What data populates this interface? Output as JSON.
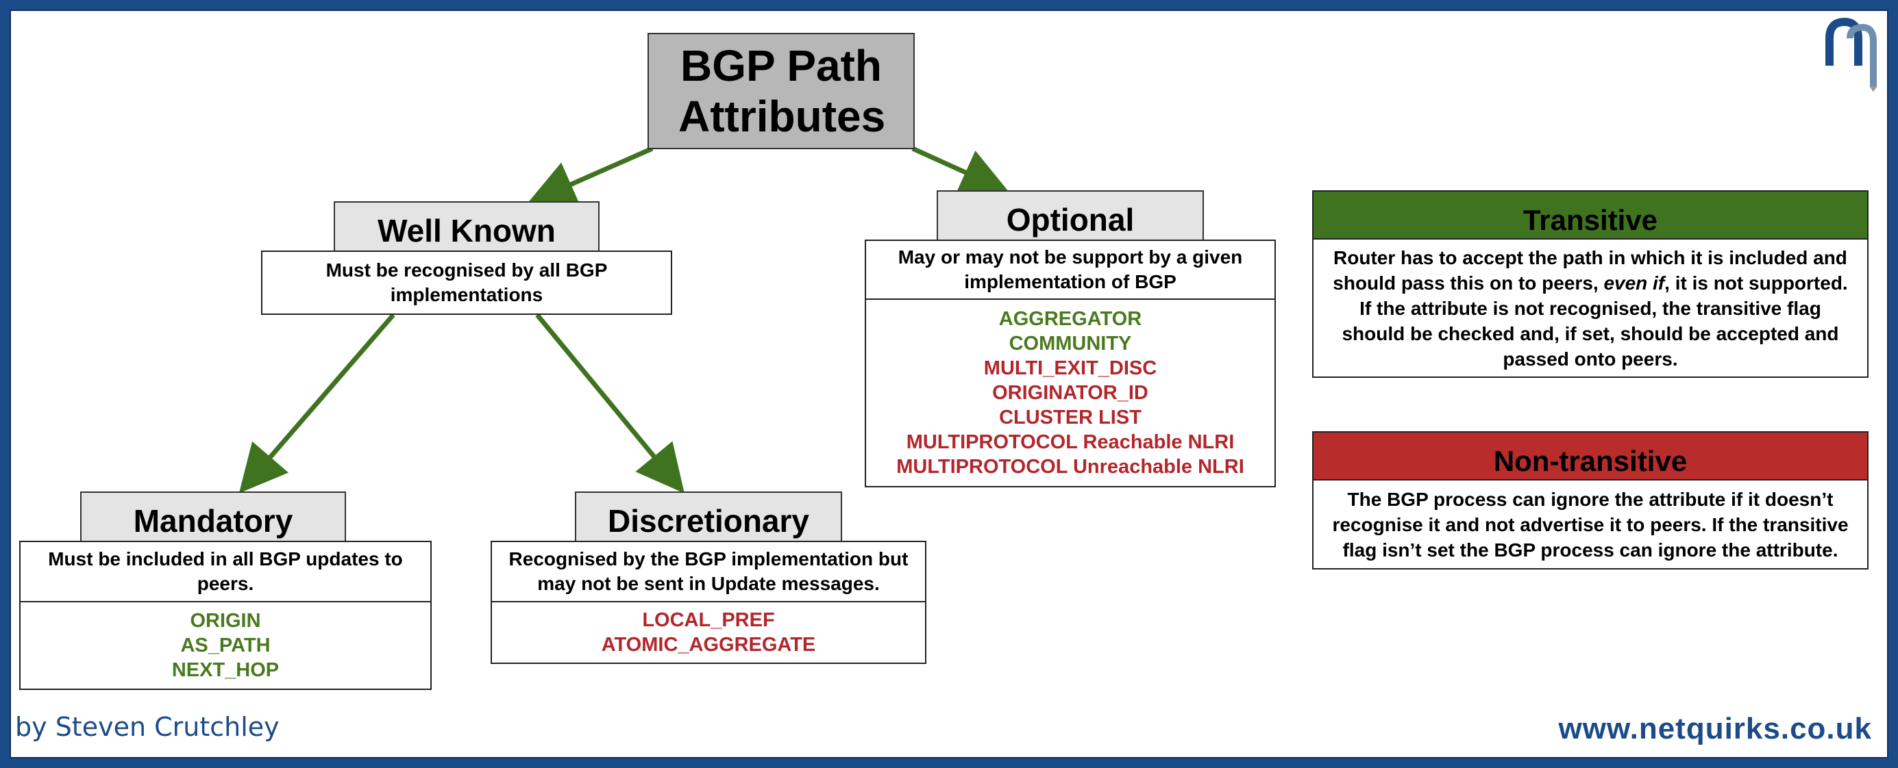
{
  "title": "BGP Path Attributes",
  "well_known": {
    "label": "Well Known",
    "description": "Must be recognised by all BGP implementations"
  },
  "optional": {
    "label": "Optional",
    "description": "May or may not be support by a given implementation of BGP",
    "attributes": [
      {
        "name": "AGGREGATOR",
        "kind": "transitive"
      },
      {
        "name": "COMMUNITY",
        "kind": "transitive"
      },
      {
        "name": "MULTI_EXIT_DISC",
        "kind": "non-transitive"
      },
      {
        "name": "ORIGINATOR_ID",
        "kind": "non-transitive"
      },
      {
        "name": "CLUSTER LIST",
        "kind": "non-transitive"
      },
      {
        "name": "MULTIPROTOCOL Reachable NLRI",
        "kind": "non-transitive"
      },
      {
        "name": "MULTIPROTOCOL Unreachable NLRI",
        "kind": "non-transitive"
      }
    ]
  },
  "mandatory": {
    "label": "Mandatory",
    "description": "Must be included in all BGP updates to peers.",
    "attributes": [
      {
        "name": "ORIGIN",
        "kind": "transitive"
      },
      {
        "name": "AS_PATH",
        "kind": "transitive"
      },
      {
        "name": "NEXT_HOP",
        "kind": "transitive"
      }
    ]
  },
  "discretionary": {
    "label": "Discretionary",
    "description": "Recognised by the BGP implementation but may not be sent in Update messages.",
    "attributes": [
      {
        "name": "LOCAL_PREF",
        "kind": "non-transitive"
      },
      {
        "name": "ATOMIC_AGGREGATE",
        "kind": "non-transitive"
      }
    ]
  },
  "transitive": {
    "label": "Transitive",
    "line1": "Router has to accept the path in which it is included and",
    "line2_pre": "should pass this on to peers, ",
    "line2_em": "even if",
    "line2_post": ", it is not supported.",
    "line3": "If the attribute is not recognised, the transitive flag",
    "line4": "should be checked and, if set, should be accepted and",
    "line5": "passed onto peers."
  },
  "non_transitive": {
    "label": "Non-transitive",
    "description": "The BGP process can ignore the attribute if it doesn’t recognise it and not advertise it to peers. If the transitive flag isn’t set the BGP process can ignore the attribute."
  },
  "footer": {
    "author": "by Steven Crutchley",
    "website": "www.netquirks.co.uk"
  },
  "colors": {
    "frame": "#1c4b8a",
    "arrow": "#3f7320",
    "transitive_green": "#4a7a1e",
    "non_transitive_red": "#b3262b"
  }
}
